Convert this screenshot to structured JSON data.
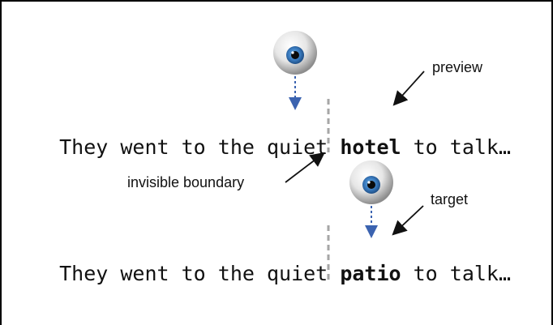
{
  "sentence_1": {
    "before": "They went to the quiet",
    "word": "hotel",
    "after": " to talk…"
  },
  "sentence_2": {
    "before": "They went to the quiet",
    "word": "patio",
    "after": " to talk…"
  },
  "labels": {
    "preview": "preview",
    "target": "target",
    "boundary": "invisible boundary"
  },
  "icons": [
    "eye-icon",
    "eye-icon"
  ],
  "colors": {
    "iris": "#3a7bbf",
    "gaze_arrow": "#3b63b0",
    "boundary_line": "#a6a6a6"
  }
}
